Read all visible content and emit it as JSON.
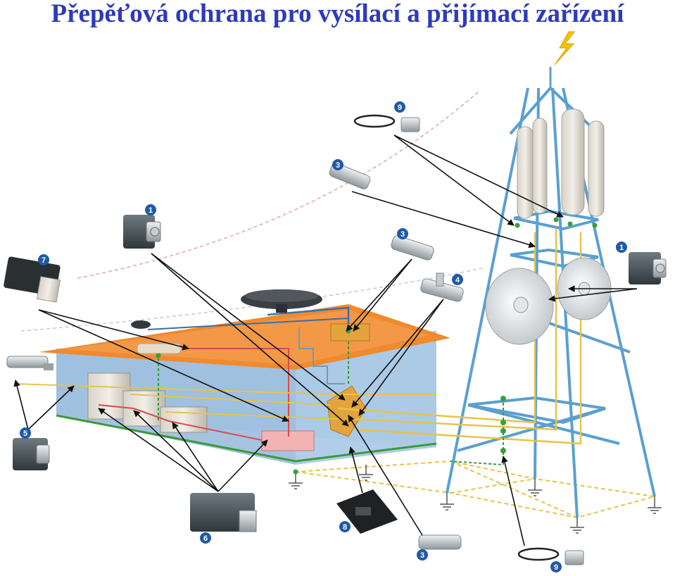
{
  "title": "Přepěťová ochrana pro vysílací a přijímací zařízení",
  "colors": {
    "title": "#2e3bb8",
    "roof": "#f08a2c",
    "building_wall": "#9bbcdc",
    "tower": "#5aa0d0",
    "ground_line": "#3a9a3a",
    "signal_line": "#e7c34a",
    "power_line": "#d94a4a",
    "badge": "#1f5aa8",
    "arrow": "#111111",
    "lightning": "#f5c400"
  },
  "badges": [
    "1",
    "1",
    "3",
    "3",
    "3",
    "4",
    "5",
    "6",
    "7",
    "8",
    "9",
    "9"
  ]
}
